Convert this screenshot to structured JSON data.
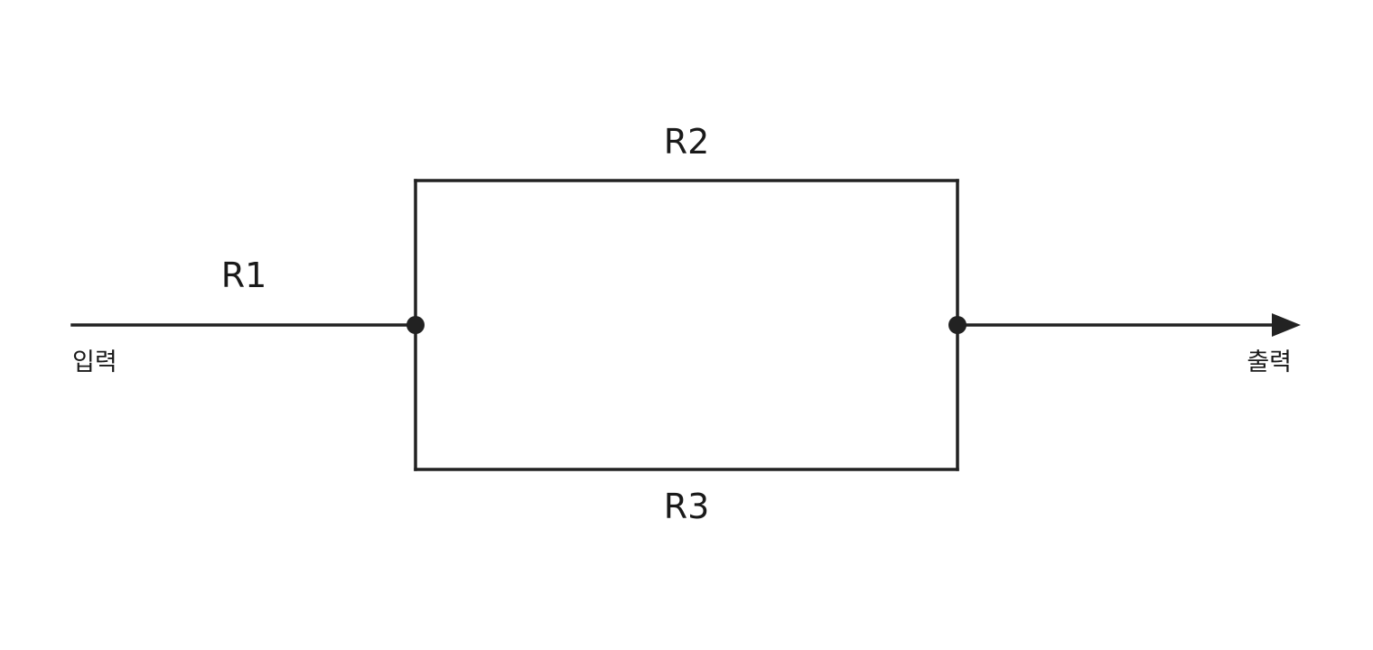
{
  "diagram": {
    "colors": {
      "stroke": "#222222",
      "text": "#1a1a1a",
      "background": "#ffffff"
    },
    "labels": {
      "r1": "R1",
      "r2": "R2",
      "r3": "R3",
      "input": "입력",
      "output": "출력"
    }
  }
}
